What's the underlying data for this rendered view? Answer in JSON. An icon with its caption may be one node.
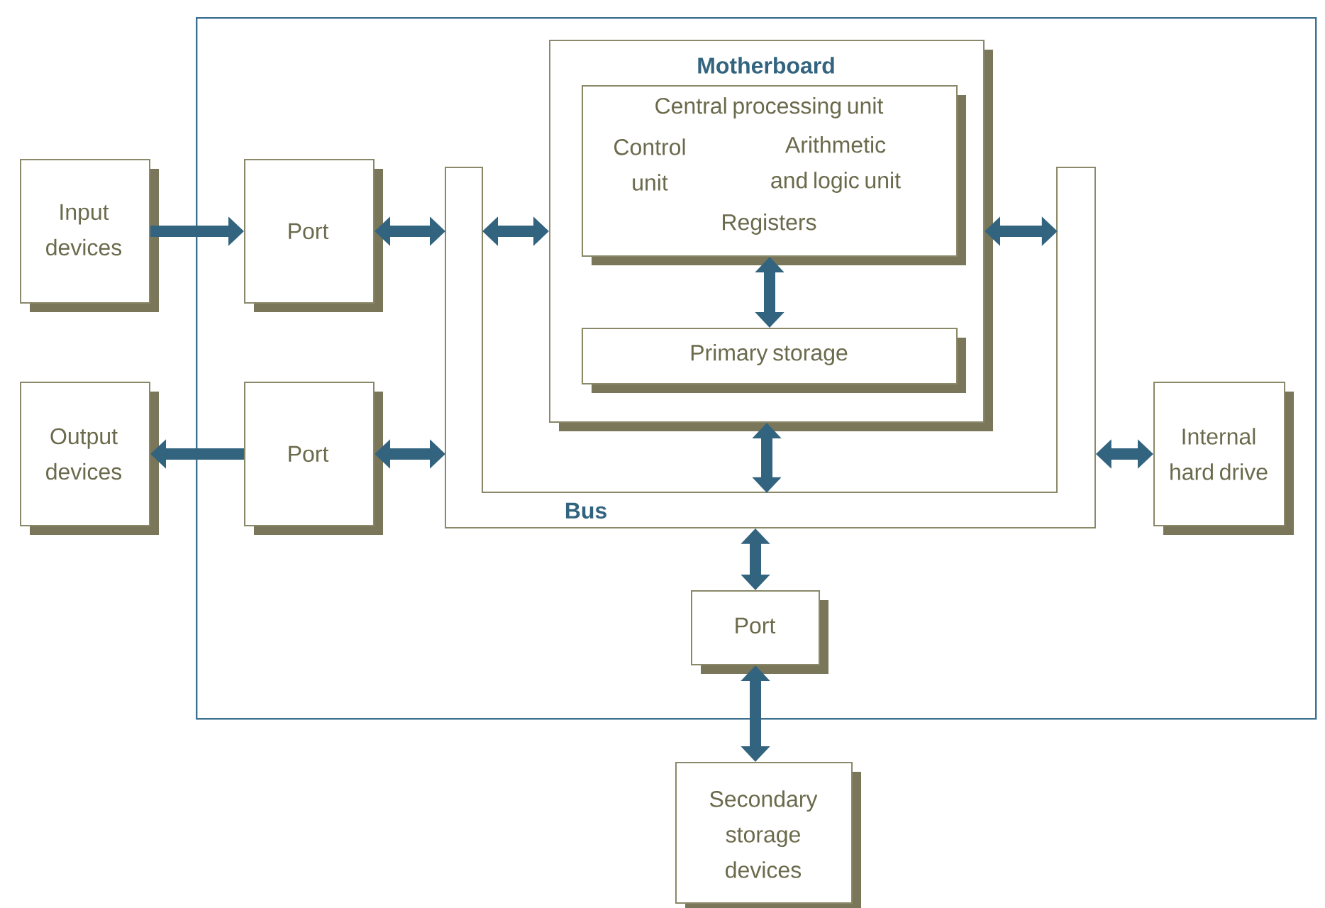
{
  "diagram": {
    "nodes": [
      {
        "text": [],
        "shape": "box"
      },
      {
        "text": [
          "Input devices"
        ]
      },
      {
        "text": [
          "Output devices"
        ]
      },
      {
        "text": [
          "Port"
        ],
        "in": 0
      },
      {
        "text": [
          "Port"
        ],
        "in": 0
      },
      {
        "text": [
          "Bus"
        ],
        "in": 0
      },
      {
        "text": [
          "Motherboard"
        ],
        "in": 0
      },
      {
        "text": [
          "Central processing unit",
          "Control unit",
          "Arithmetic and logic unit",
          "Registers"
        ],
        "in": 6
      },
      {
        "text": [
          "Primary storage"
        ],
        "in": 6
      },
      {
        "text": [
          "Internal hard drive"
        ],
        "in": 0
      },
      {
        "text": [
          "Port"
        ],
        "in": 0
      },
      {
        "text": [
          "Secondary storage devices"
        ]
      }
    ],
    "edges": [
      {
        "from": 1,
        "to": 3,
        "arrow": "to"
      },
      {
        "from": 4,
        "to": 2,
        "arrow": "to"
      },
      {
        "from": 3,
        "to": 5,
        "arrow": "both"
      },
      {
        "from": 4,
        "to": 5,
        "arrow": "both"
      },
      {
        "from": 5,
        "to": 6,
        "arrow": "both"
      },
      {
        "from": 6,
        "to": 5,
        "arrow": "both"
      },
      {
        "from": 7,
        "to": 8,
        "arrow": "both"
      },
      {
        "from": 6,
        "to": 5,
        "arrow": "both"
      },
      {
        "from": 5,
        "to": 9,
        "arrow": "both"
      },
      {
        "from": 5,
        "to": 10,
        "arrow": "both"
      },
      {
        "from": 10,
        "to": 11,
        "arrow": "both"
      }
    ]
  }
}
